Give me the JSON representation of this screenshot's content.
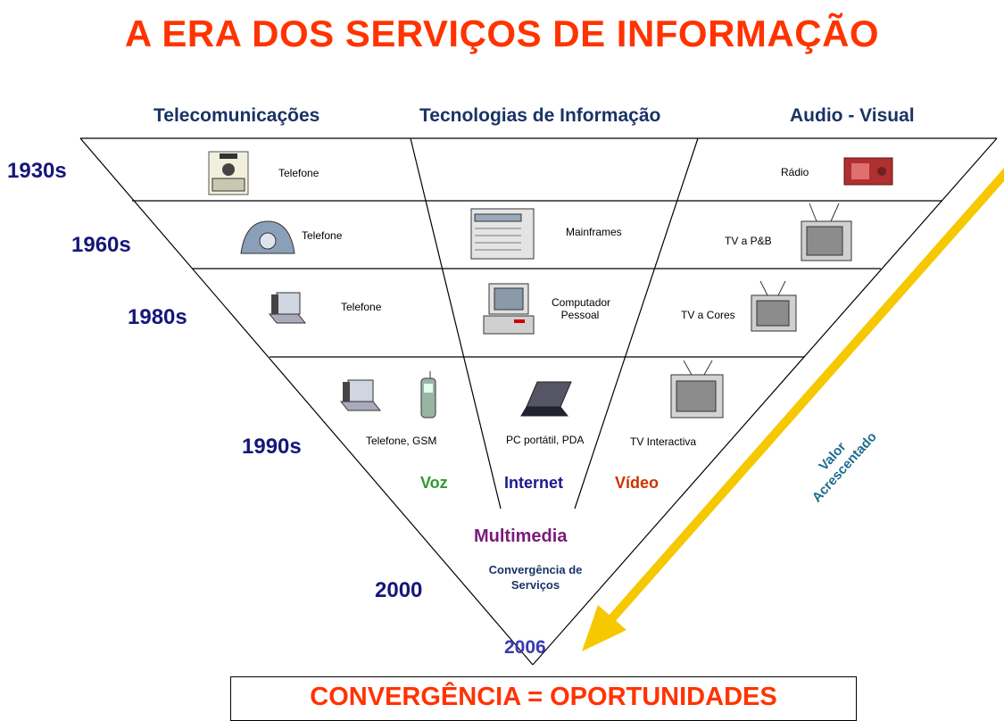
{
  "title": "A ERA DOS SERVIÇOS DE INFORMAÇÃO",
  "columns": {
    "telecom": "Telecomunicações",
    "it": "Tecnologias de Informação",
    "av": "Audio - Visual"
  },
  "years": {
    "y1930": "1930s",
    "y1960": "1960s",
    "y1980": "1980s",
    "y1990": "1990s",
    "y2000": "2000",
    "y2006": "2006"
  },
  "labels": {
    "telefone_1930": "Telefone",
    "radio": "Rádio",
    "telefone_1960": "Telefone",
    "mainframes": "Mainframes",
    "tv_pb": "TV a P&B",
    "telefone_1980": "Telefone",
    "computador_line1": "Computador",
    "computador_line2": "Pessoal",
    "tv_cores": "TV a Cores",
    "telefone_gsm": "Telefone, GSM",
    "pc_portatil": "PC portátil, PDA",
    "tv_interactiva": "TV Interactiva"
  },
  "streams": {
    "voz": "Voz",
    "internet": "Internet",
    "video": "Vídeo"
  },
  "multimedia": "Multimedia",
  "convergencia_line1": "Convergência de",
  "convergencia_line2": "Serviços",
  "arrow_line1": "Valor",
  "arrow_line2": "Acrescentado",
  "bottom_box": "CONVERGÊNCIA = OPORTUNIDADES",
  "colors": {
    "title": "#ff3300",
    "header": "#1a3366",
    "year": "#16167a",
    "voz": "#2e9a2e",
    "internet": "#1a1a8c",
    "video": "#cc3300",
    "multimedia": "#7a1a7a",
    "arrow": "#f5c800",
    "arrow_text": "#1f6b8f"
  }
}
